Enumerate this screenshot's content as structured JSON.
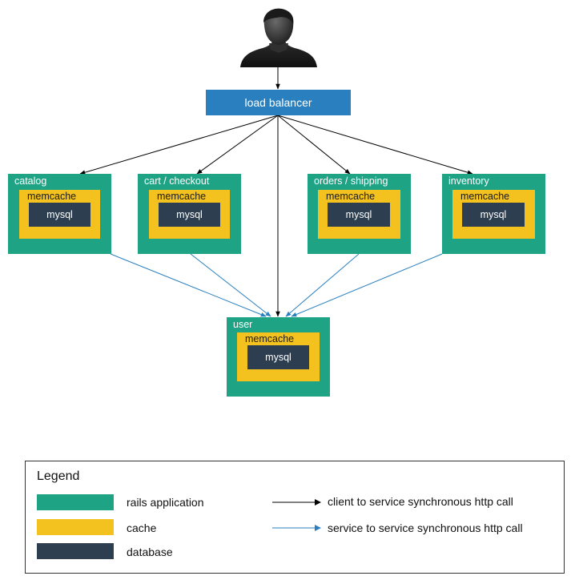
{
  "user_icon": "person-silhouette-icon",
  "load_balancer": {
    "label": "load balancer"
  },
  "services": [
    {
      "id": "catalog",
      "label": "catalog",
      "cache_label": "memcache",
      "db_label": "mysql"
    },
    {
      "id": "cart",
      "label": "cart / checkout",
      "cache_label": "memcache",
      "db_label": "mysql"
    },
    {
      "id": "orders",
      "label": "orders / shipping",
      "cache_label": "memcache",
      "db_label": "mysql"
    },
    {
      "id": "inventory",
      "label": "inventory",
      "cache_label": "memcache",
      "db_label": "mysql"
    },
    {
      "id": "user",
      "label": "user",
      "cache_label": "memcache",
      "db_label": "mysql"
    }
  ],
  "legend": {
    "title": "Legend",
    "swatches": [
      {
        "label": "rails application",
        "color": "#1ea384"
      },
      {
        "label": "cache",
        "color": "#f3c21f"
      },
      {
        "label": "database",
        "color": "#2c3e50"
      }
    ],
    "arrows": [
      {
        "label": "client to service synchronous http call",
        "color": "#000000"
      },
      {
        "label": "service to service synchronous http call",
        "color": "#2a80bf"
      }
    ]
  },
  "colors": {
    "rails_application": "#1ea384",
    "cache": "#f3c21f",
    "database": "#2c3e50",
    "load_balancer": "#2a80bf",
    "client_arrow": "#000000",
    "service_arrow": "#2a80bf"
  }
}
